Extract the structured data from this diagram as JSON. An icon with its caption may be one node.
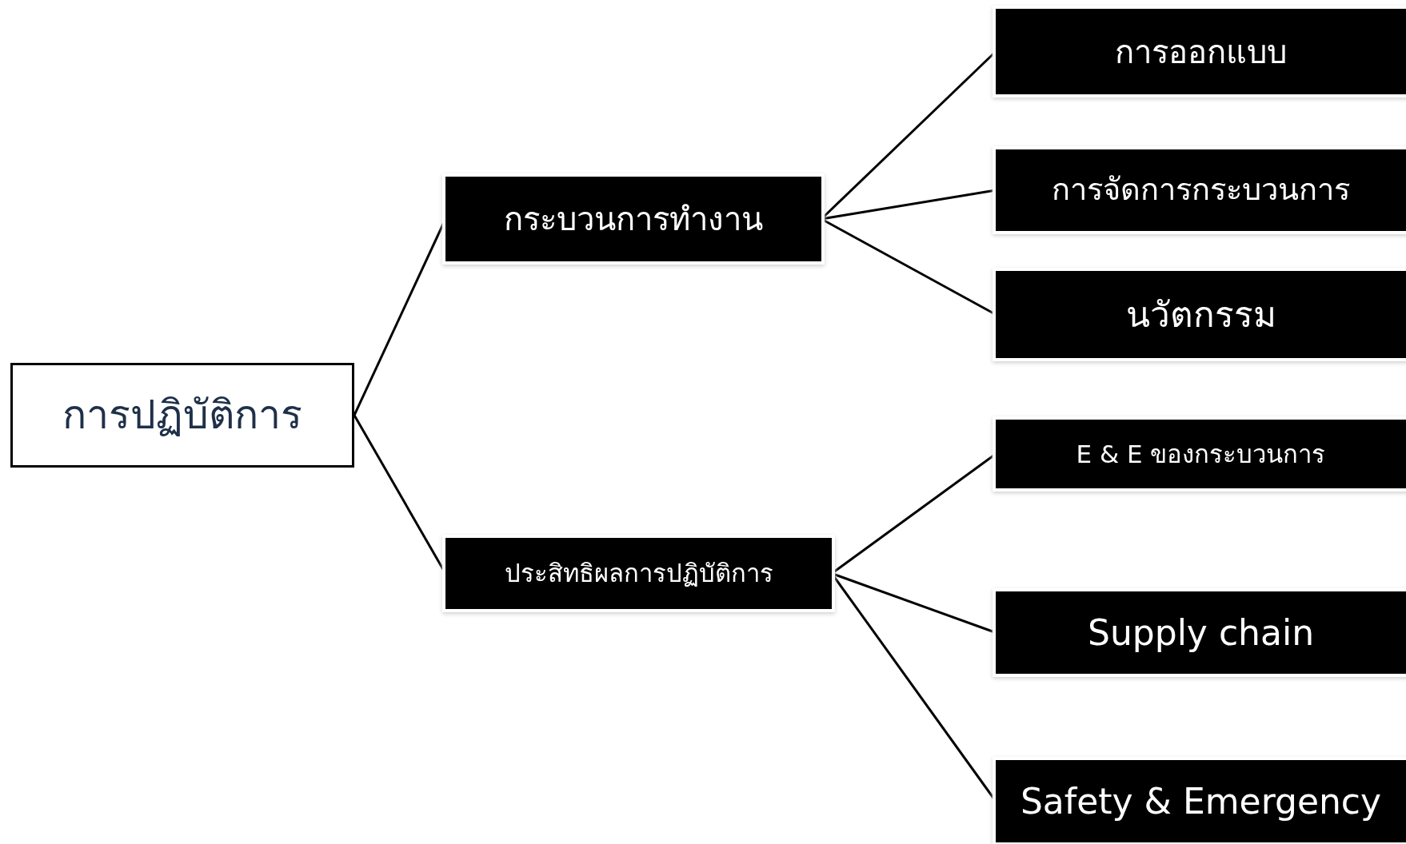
{
  "diagram": {
    "nodes": [
      {
        "text": [
          "การปฏิบัติการ"
        ]
      },
      {
        "text": [
          "กระบวนการทำงาน"
        ]
      },
      {
        "text": [
          "ประสิทธิผลการปฏิบัติการ"
        ]
      },
      {
        "text": [
          "การออกแบบ"
        ]
      },
      {
        "text": [
          "การจัดการกระบวนการ"
        ]
      },
      {
        "text": [
          "นวัตกรรม"
        ]
      },
      {
        "text": [
          "E & E ของกระบวนการ"
        ]
      },
      {
        "text": [
          "Supply chain"
        ]
      },
      {
        "text": [
          "Safety & Emergency"
        ]
      }
    ],
    "edges": [
      {
        "from": 0,
        "to": 1,
        "arrow": "none"
      },
      {
        "from": 0,
        "to": 2,
        "arrow": "none"
      },
      {
        "from": 1,
        "to": 3,
        "arrow": "none"
      },
      {
        "from": 1,
        "to": 4,
        "arrow": "none"
      },
      {
        "from": 1,
        "to": 5,
        "arrow": "none"
      },
      {
        "from": 2,
        "to": 6,
        "arrow": "none"
      },
      {
        "from": 2,
        "to": 7,
        "arrow": "none"
      },
      {
        "from": 2,
        "to": 8,
        "arrow": "none"
      }
    ]
  }
}
